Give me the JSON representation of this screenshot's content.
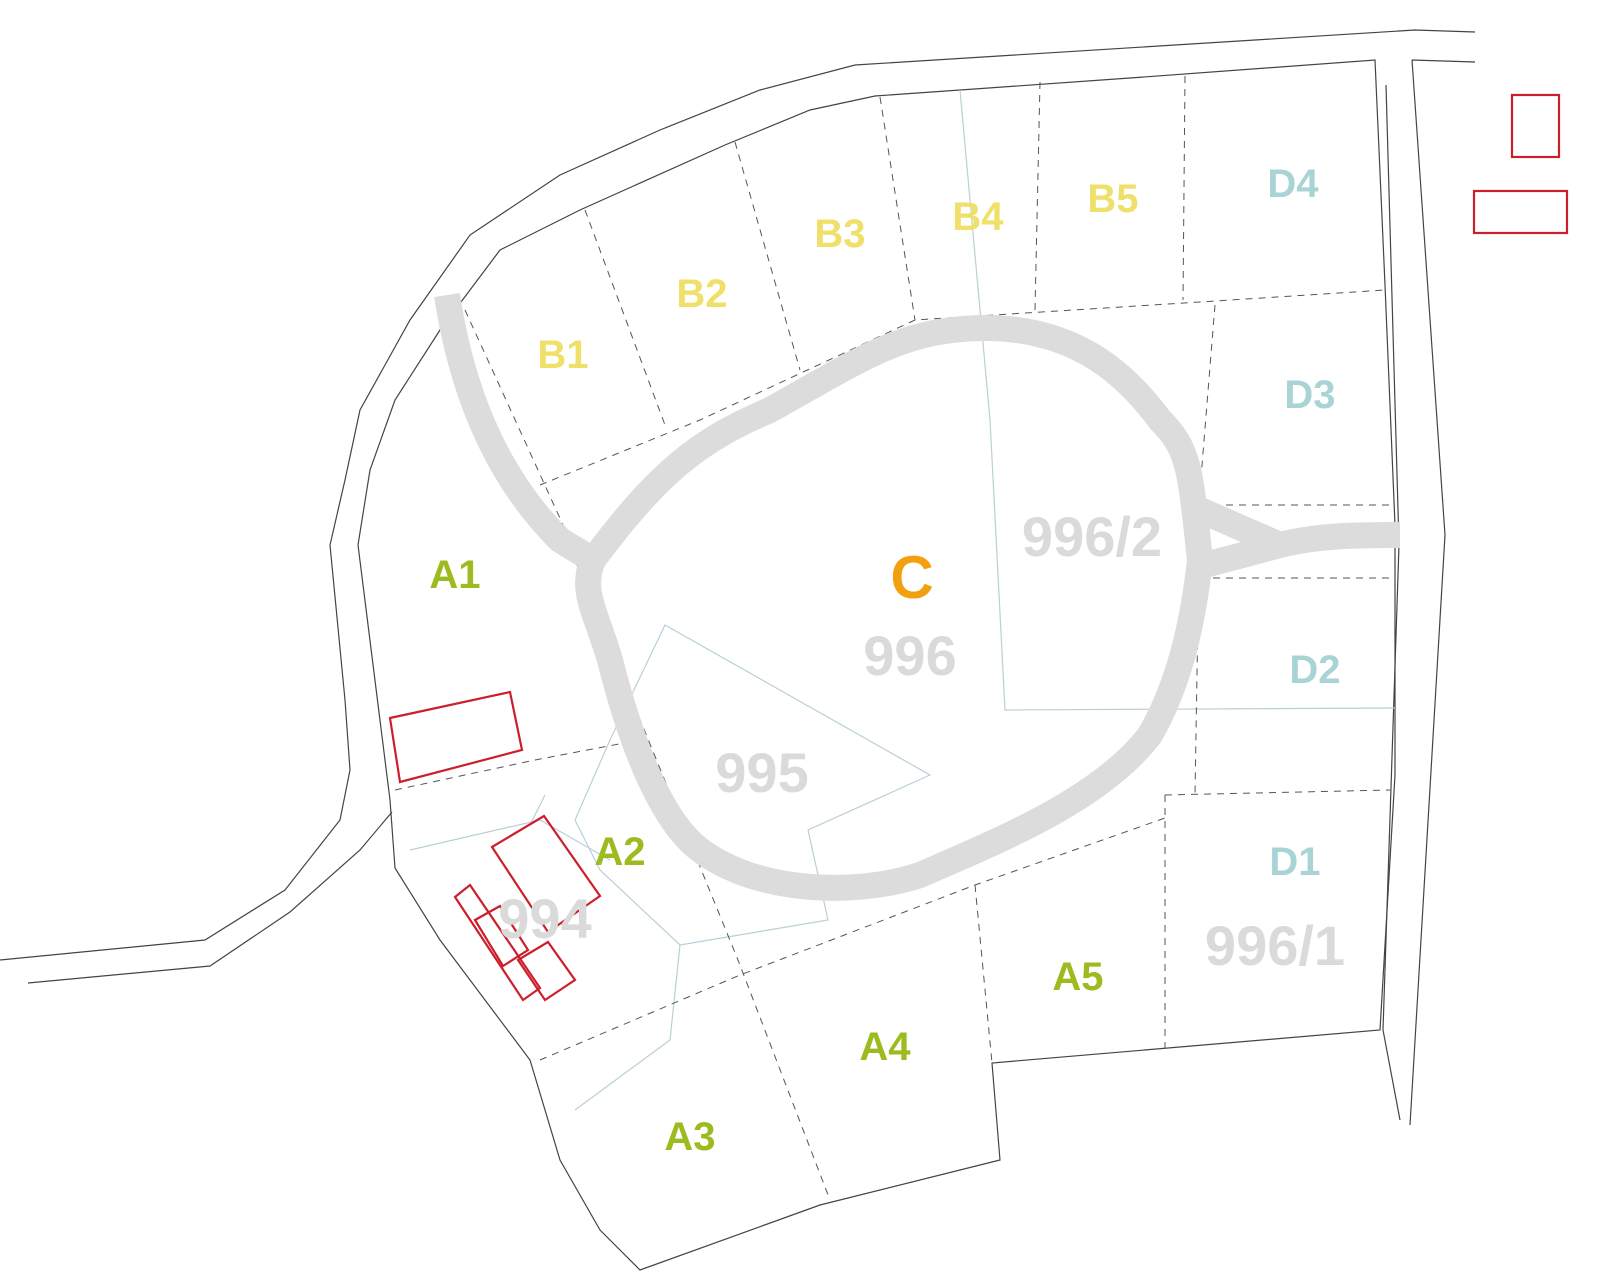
{
  "colors": {
    "zone_a": "#9bbb1f",
    "zone_b": "#efe06a",
    "zone_c": "#f3a010",
    "zone_d": "#a9d4d6",
    "parcel_number": "#dadada",
    "building": "#cc1f2b",
    "track": "#dcdcdc"
  },
  "plots": {
    "A1": "A1",
    "A2": "A2",
    "A3": "A3",
    "A4": "A4",
    "A5": "A5",
    "B1": "B1",
    "B2": "B2",
    "B3": "B3",
    "B4": "B4",
    "B5": "B5",
    "C": "C",
    "D1": "D1",
    "D2": "D2",
    "D3": "D3",
    "D4": "D4"
  },
  "parcels": {
    "p994": "994",
    "p995": "995",
    "p996": "996",
    "p996_1": "996/1",
    "p996_2": "996/2"
  }
}
